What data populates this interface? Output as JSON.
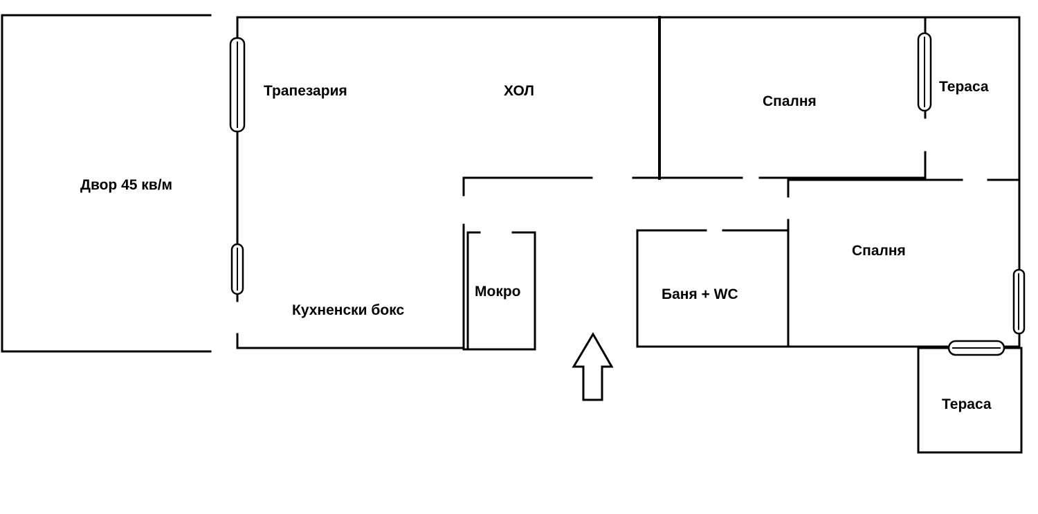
{
  "rooms": {
    "yard": "Двор 45 кв/м",
    "dining": "Трапезария",
    "hall": "ХОЛ",
    "bedroom_top": "Спалня",
    "terrace_top": "Тераса",
    "kitchen": "Кухненски бокс",
    "wet": "Мокро",
    "bathroom": "Баня + WC",
    "bedroom_bottom": "Спалня",
    "terrace_bottom": "Тераса"
  }
}
